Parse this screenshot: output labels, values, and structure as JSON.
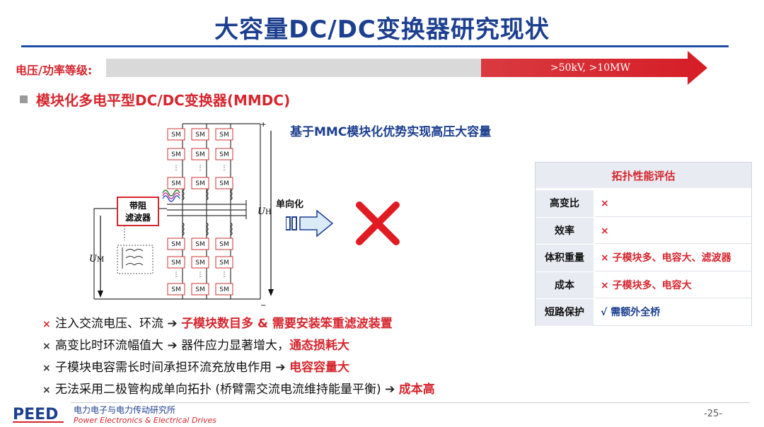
{
  "title": "大容量DC/DC变换器研究现状",
  "level": {
    "label": "电压/功率等级:",
    "value": ">50kV, >10MW",
    "fill_fraction": 0.62
  },
  "section": {
    "title": "模块化多电平型DC/DC变换器(MMDC)"
  },
  "circuit": {
    "sm_label": "SM",
    "filter_label_line1": "带阻",
    "filter_label_line2": "滤波器",
    "um_label": "U",
    "um_sub": "M",
    "uh_label": "U",
    "uh_sub": "H"
  },
  "direction": {
    "label": "单向化"
  },
  "icons": {
    "arrow": "diode-arrow-icon",
    "cross": "red-x-icon",
    "bullet_cross": "×",
    "check": "√"
  },
  "colors": {
    "title": "#1d3f8f",
    "accent_red": "#d6262e",
    "gray_bar": "#d9d9d9"
  },
  "mmc_note": "基于MMC模块化优势实现高压大容量",
  "evaluation": {
    "header": "拓扑性能评估",
    "rows": [
      {
        "key": "高变比",
        "value": "×"
      },
      {
        "key": "效率",
        "value": "×"
      },
      {
        "key": "体积重量",
        "value": "× 子模块多、电容大、滤波器"
      },
      {
        "key": "成本",
        "value": "× 子模块多、电容大"
      },
      {
        "key": "短路保护",
        "value": "√ 需额外全桥"
      }
    ]
  },
  "bullets": [
    {
      "text": "注入交流电压、环流",
      "arrow": "➔",
      "highlight": "子模块数目多 & 需要安装笨重滤波装置"
    },
    {
      "text": "高变比时环流幅值大",
      "arrow": "➔",
      "plain2": "器件应力显著增大，",
      "highlight": "通态损耗大"
    },
    {
      "text": "子模块电容需长时间承担环流充放电作用",
      "arrow": "➔",
      "highlight": "电容容量大"
    },
    {
      "text": "无法采用二极管构成单向拓扑 (桥臂需交流电流维持能量平衡)",
      "arrow": "➔",
      "highlight": "成本高"
    }
  ],
  "footer": {
    "logo": "PEED",
    "name_cn": "电力电子与电力传动研究所",
    "name_en": "Power Electronics & Electrical Drives",
    "page": "-25-"
  }
}
